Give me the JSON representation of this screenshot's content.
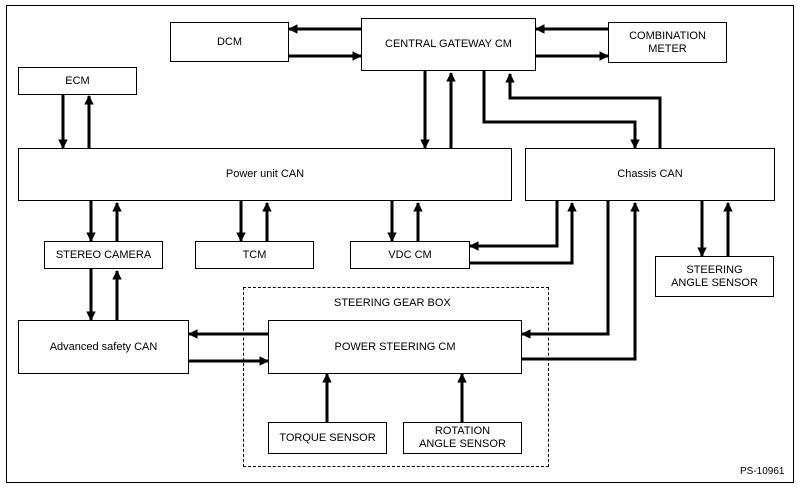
{
  "labels": {
    "dcm": "DCM",
    "gateway": "CENTRAL GATEWAY CM",
    "meter": "COMBINATION\nMETER",
    "ecm": "ECM",
    "powerunit_can": "Power unit CAN",
    "chassis_can": "Chassis CAN",
    "stereo_camera": "STEREO CAMERA",
    "tcm": "TCM",
    "vdc_cm": "VDC CM",
    "steering_angle_sensor": "STEERING\nANGLE SENSOR",
    "steering_gear_box": "STEERING GEAR BOX",
    "advanced_safety_can": "Advanced safety CAN",
    "power_steering_cm": "POWER STEERING CM",
    "torque_sensor": "TORQUE SENSOR",
    "rotation_angle_sensor": "ROTATION\nANGLE SENSOR",
    "figure_id": "PS-10961"
  }
}
